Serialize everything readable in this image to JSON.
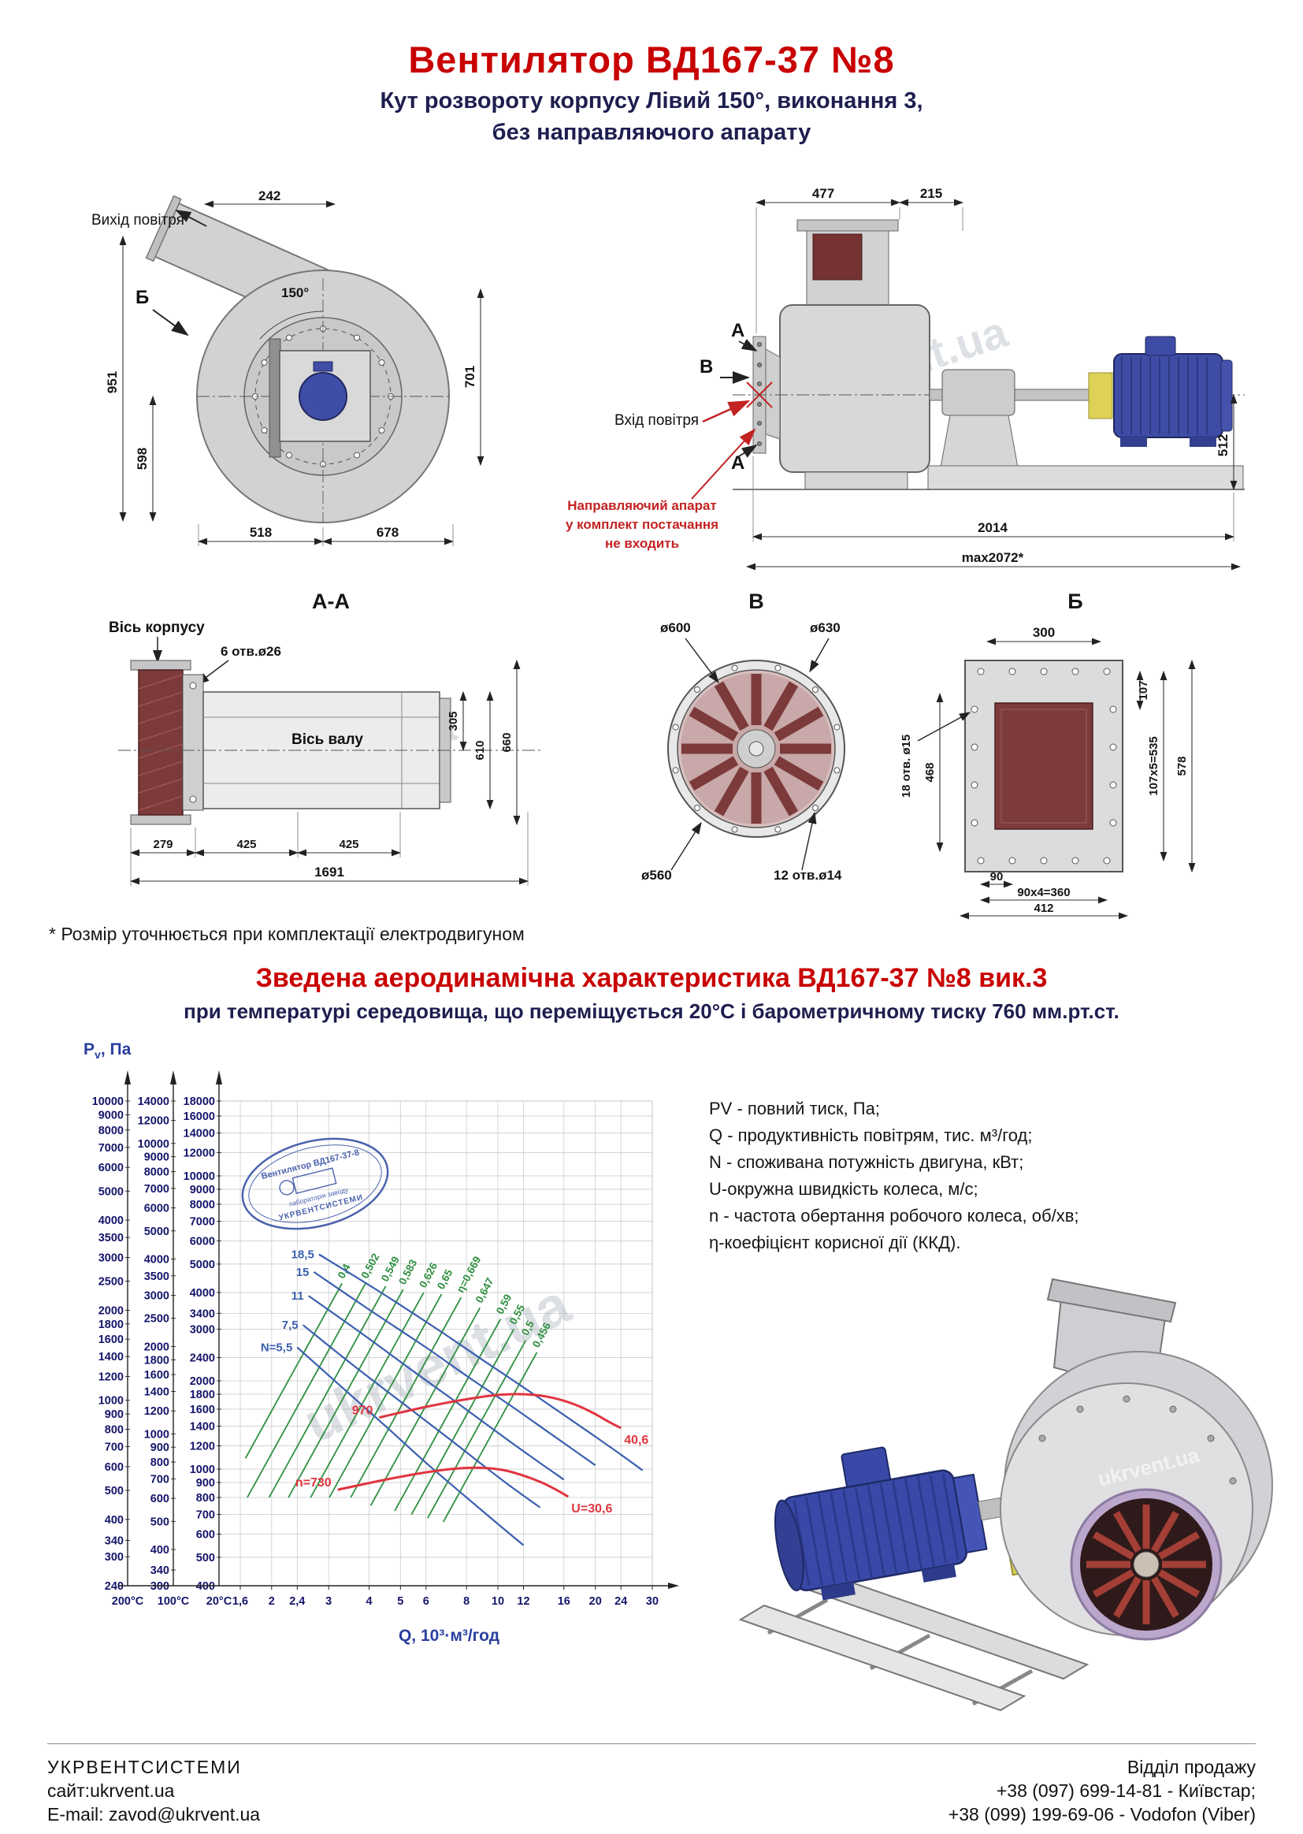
{
  "watermark": "ukrvent.ua",
  "header": {
    "title": "Вентилятор  ВД167-37 №8",
    "subtitle1": "Кут розвороту корпусу Лівий 150°, виконання 3,",
    "subtitle2": "без направляючого апарату"
  },
  "drawing_front": {
    "air_out_label": "Вихід повітря",
    "view_b": "Б",
    "angle": "150°",
    "dim_242": "242",
    "dim_951": "951",
    "dim_701": "701",
    "dim_598": "598",
    "dim_518": "518",
    "dim_678": "678"
  },
  "drawing_side": {
    "view_v": "В",
    "air_in_label": "Вхід повітря",
    "view_a": "А",
    "dim_477": "477",
    "dim_215": "215",
    "dim_512": "512",
    "dim_2014": "2014",
    "dim_max": "max2072*",
    "note_line1": "Направляючий апарат",
    "note_line2": "у комплект постачання",
    "note_line3": "не входить"
  },
  "section_aa": {
    "title": "А-А",
    "axis_body": "Вісь корпусу",
    "holes": "6 отв.ø26",
    "axis_shaft": "Вісь валу",
    "dim_305": "305",
    "dim_610": "610",
    "dim_660": "660",
    "dim_279": "279",
    "dim_425a": "425",
    "dim_425b": "425",
    "dim_1691": "1691"
  },
  "section_v": {
    "title": "В",
    "dia_600": "ø600",
    "dia_630": "ø630",
    "dia_560": "ø560",
    "holes": "12 отв.ø14"
  },
  "section_b": {
    "title": "Б",
    "dim_300": "300",
    "holes": "18 отв. ø15",
    "dim_468": "468",
    "dim_107": "107",
    "dim_107x5": "107x5=535",
    "dim_578": "578",
    "dim_90": "90",
    "dim_90x4": "90x4=360",
    "dim_412": "412"
  },
  "footnote": "* Розмір уточнюється при комплектації електродвигуном",
  "aero": {
    "heading": "Зведена аеродинамічна характеристика ВД167-37 №8 вик.3",
    "subheading": "при температурі середовища, що переміщується 20°С і барометричному тиску 760 мм.рт.ст."
  },
  "legend": {
    "lines": [
      "PV - повний тиск, Па;",
      "Q - продуктивність повітрям, тис. м³/год;",
      "N - споживана потужність двигуна, кВт;",
      "U-окружна швидкість колеса, м/с;",
      "n - частота обертання робочого колеса, об/хв;",
      "η-коефіцієнт корисної дії (ККД)."
    ]
  },
  "chart_data": {
    "type": "line",
    "scale": "log-log",
    "y_axis_label": "Pv, Па",
    "x_axis_label": "Q, 10³·м³/год",
    "x_range": [
      1.6,
      30
    ],
    "x_values": [
      1.6,
      2,
      2.4,
      3,
      4,
      5,
      6,
      8,
      10,
      12,
      16,
      20,
      24,
      30
    ],
    "x_ticks": [
      "1,6",
      "2",
      "2,4",
      "3",
      "4",
      "5",
      "6",
      "8",
      "10",
      "12",
      "16",
      "20",
      "24",
      "30"
    ],
    "temperature_scales": [
      {
        "label": "200°C",
        "ticks": [
          10000,
          9000,
          8000,
          7000,
          6000,
          5000,
          4000,
          3500,
          3000,
          2500,
          2000,
          1800,
          1600,
          1400,
          1200,
          1000,
          900,
          800,
          700,
          600,
          500,
          400,
          340,
          300,
          240
        ]
      },
      {
        "label": "100°C",
        "ticks": [
          14000,
          12000,
          10000,
          9000,
          8000,
          7000,
          6000,
          5000,
          4000,
          3500,
          3000,
          2500,
          2000,
          1800,
          1600,
          1400,
          1200,
          1000,
          900,
          800,
          700,
          600,
          500,
          400,
          340,
          300
        ]
      },
      {
        "label": "20°C",
        "ticks": [
          18000,
          16000,
          14000,
          12000,
          10000,
          9000,
          8000,
          7000,
          6000,
          5000,
          4000,
          3400,
          3000,
          2400,
          2000,
          1800,
          1600,
          1400,
          1200,
          1000,
          900,
          800,
          700,
          600,
          500,
          400
        ]
      }
    ],
    "speed_curves": [
      {
        "label": "970",
        "u_label": "40,6",
        "points": [
          [
            4.3,
            1500
          ],
          [
            6,
            1630
          ],
          [
            8,
            1730
          ],
          [
            10,
            1790
          ],
          [
            12,
            1800
          ],
          [
            14,
            1770
          ],
          [
            16,
            1710
          ],
          [
            18,
            1630
          ],
          [
            20,
            1540
          ],
          [
            22,
            1450
          ],
          [
            24,
            1380
          ]
        ]
      },
      {
        "label": "n=730",
        "u_label": "U=30,6",
        "points": [
          [
            3.2,
            850
          ],
          [
            4.5,
            920
          ],
          [
            6,
            975
          ],
          [
            7.5,
            1005
          ],
          [
            9,
            1010
          ],
          [
            10.5,
            990
          ],
          [
            12,
            950
          ],
          [
            13.5,
            905
          ],
          [
            15,
            855
          ],
          [
            16.5,
            805
          ]
        ]
      }
    ],
    "power_curves": [
      {
        "label": "18,5",
        "points": [
          [
            2.8,
            5400
          ],
          [
            4.2,
            4100
          ],
          [
            6.5,
            3000
          ],
          [
            9,
            2350
          ],
          [
            12,
            1900
          ],
          [
            16,
            1530
          ],
          [
            20,
            1290
          ],
          [
            24,
            1120
          ],
          [
            28,
            990
          ]
        ]
      },
      {
        "label": "15",
        "points": [
          [
            2.7,
            4700
          ],
          [
            4,
            3500
          ],
          [
            6,
            2600
          ],
          [
            8,
            2080
          ],
          [
            11,
            1640
          ],
          [
            14,
            1360
          ],
          [
            17,
            1170
          ],
          [
            20,
            1030
          ]
        ]
      },
      {
        "label": "11",
        "points": [
          [
            2.6,
            3900
          ],
          [
            3.8,
            2900
          ],
          [
            5.5,
            2150
          ],
          [
            7.5,
            1680
          ],
          [
            10,
            1330
          ],
          [
            13,
            1080
          ],
          [
            16,
            920
          ]
        ]
      },
      {
        "label": "7,5",
        "points": [
          [
            2.5,
            3100
          ],
          [
            3.5,
            2300
          ],
          [
            5,
            1700
          ],
          [
            7,
            1280
          ],
          [
            9,
            1030
          ],
          [
            11,
            870
          ],
          [
            13.5,
            740
          ]
        ]
      },
      {
        "label": "N=5,5",
        "points": [
          [
            2.4,
            2600
          ],
          [
            3.3,
            1900
          ],
          [
            4.5,
            1400
          ],
          [
            6,
            1050
          ],
          [
            8,
            800
          ],
          [
            10,
            650
          ],
          [
            12,
            550
          ]
        ]
      }
    ],
    "efficiency_lines": [
      {
        "label": "0,4",
        "q_top": 3.3,
        "p_top": 4300,
        "p_bottom": 800
      },
      {
        "label": "0,502",
        "q_top": 3.9,
        "p_top": 4300,
        "p_bottom": 800
      },
      {
        "label": "0,549",
        "q_top": 4.5,
        "p_top": 4200,
        "p_bottom": 800
      },
      {
        "label": "0,583",
        "q_top": 5.1,
        "p_top": 4100,
        "p_bottom": 800
      },
      {
        "label": "0,626",
        "q_top": 5.9,
        "p_top": 4000,
        "p_bottom": 800
      },
      {
        "label": "0,65",
        "q_top": 6.7,
        "p_top": 3950,
        "p_bottom": 800
      },
      {
        "label": "η=0,669",
        "q_top": 7.7,
        "p_top": 3850,
        "p_bottom": 800
      },
      {
        "label": "0,647",
        "q_top": 8.8,
        "p_top": 3550,
        "p_bottom": 750
      },
      {
        "label": "0,59",
        "q_top": 10.2,
        "p_top": 3250,
        "p_bottom": 720
      },
      {
        "label": "0,55",
        "q_top": 11.2,
        "p_top": 3000,
        "p_bottom": 700
      },
      {
        "label": "0,5",
        "q_top": 12.2,
        "p_top": 2750,
        "p_bottom": 680
      },
      {
        "label": "0,456",
        "q_top": 13.2,
        "p_top": 2500,
        "p_bottom": 660
      }
    ],
    "stamp": {
      "line1": "Вентилятор ВД167-37-8",
      "line2": "лабораторія заводу",
      "line3": "УКРВЕНТСИСТЕМИ"
    },
    "colors": {
      "speed": "#e03540",
      "power": "#3a5fae",
      "efficiency": "#2f8f3f",
      "axis": "#15156b",
      "grid": "#c6c6c6"
    }
  },
  "footer": {
    "company": "УКРВЕНТСИСТЕМИ",
    "site": "сайт:ukrvent.ua",
    "email": "E-mail: zavod@ukrvent.ua",
    "sales_title": "Відділ продажу",
    "phone1": "+38 (097) 699-14-81 - Київстар;",
    "phone2": "+38 (099) 199-69-06 - Vodofon (Viber)"
  }
}
